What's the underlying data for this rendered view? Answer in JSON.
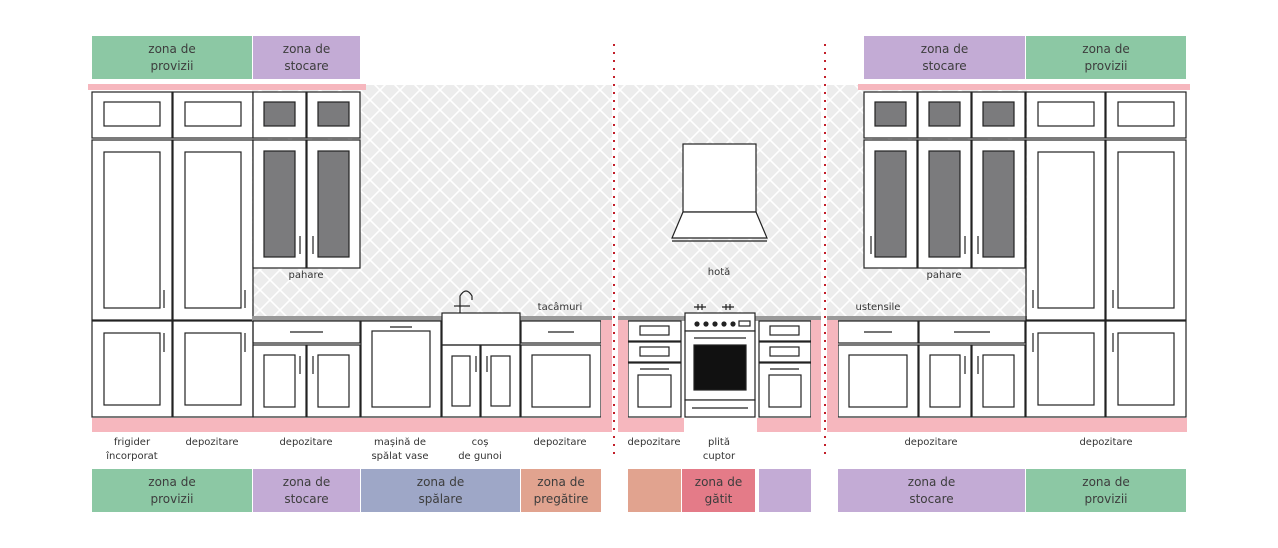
{
  "colors": {
    "provisions": "#8cc8a4",
    "storage": "#c3abd5",
    "washing": "#9ea7c7",
    "preparation": "#e1a38f",
    "cooking": "#e47b88",
    "baseboard": "#f6b7be",
    "divider": "#c21f2a",
    "tile_bg": "#ececec",
    "glass": "#7b7b7d",
    "countertop": "#9a9a9a"
  },
  "top_zones": {
    "left_provisions": "zona de\nprovizii",
    "left_storage": "zona de\nstocare",
    "right_storage": "zona de\nstocare",
    "right_provisions": "zona de\nprovizii"
  },
  "callouts": {
    "glasses_left": "pahare",
    "glasses_right": "pahare",
    "cutlery": "tacâmuri",
    "hood": "hotă",
    "utensils": "ustensile"
  },
  "appliance_labels": {
    "fridge": "frigider\nîncorporat",
    "storage_1": "depozitare",
    "storage_2": "depozitare",
    "dishwasher": "mașină de\nspălat vase",
    "trash": "coș\nde gunoi",
    "storage_3": "depozitare",
    "storage_4": "depozitare",
    "stove": "plită\ncuptor",
    "storage_5": "depozitare",
    "storage_6": "depozitare"
  },
  "bottom_zones": {
    "provisions": "zona de\nprovizii",
    "storage": "zona de\nstocare",
    "washing": "zona de\nspălare",
    "preparation": "zona de\npregătire",
    "cooking": "zona de\ngătit",
    "right_storage": "zona de\nstocare",
    "right_provisions": "zona de\nprovizii"
  }
}
